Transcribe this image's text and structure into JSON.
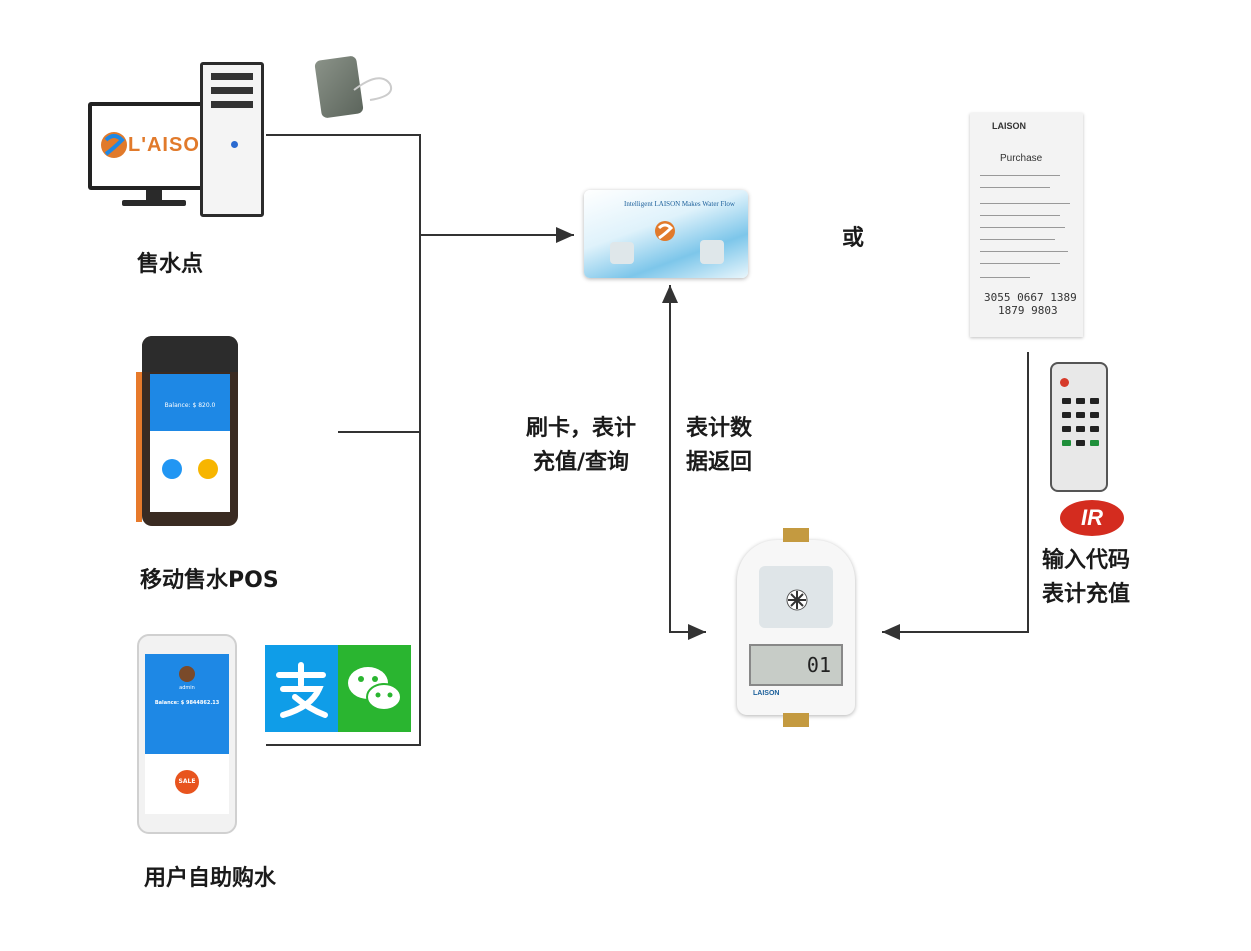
{
  "labels": {
    "sales_point": "售水点",
    "mobile_pos": "移动售水POS",
    "self_service": "用户自助购水",
    "or": "或",
    "card_recharge_line1": "刷卡，表计",
    "card_recharge_line2": "充值/查询",
    "meter_return_line1": "表计数",
    "meter_return_line2": "据返回",
    "ir_line1": "输入代码",
    "ir_line2": "表计充值"
  },
  "pc": {
    "brand": "L'AISON"
  },
  "card": {
    "title": "Intelligent LAISON Makes Water Flow"
  },
  "receipt": {
    "brand": "LAISON",
    "title": "Purchase",
    "token_line1": "3055 0667 1389",
    "token_line2": "1879 9803"
  },
  "phone": {
    "user": "admin",
    "balance": "Balance: $ 9844862.13",
    "sale": "SALE"
  },
  "pos": {
    "balance": "Balance: $ 820.0"
  },
  "meter": {
    "reading": "01",
    "brand": "LAISON"
  },
  "ir_logo": "IR",
  "colors": {
    "line": "#333333",
    "alipay": "#0f9de8",
    "wechat": "#2ab530",
    "brand_orange": "#e17a2b"
  }
}
